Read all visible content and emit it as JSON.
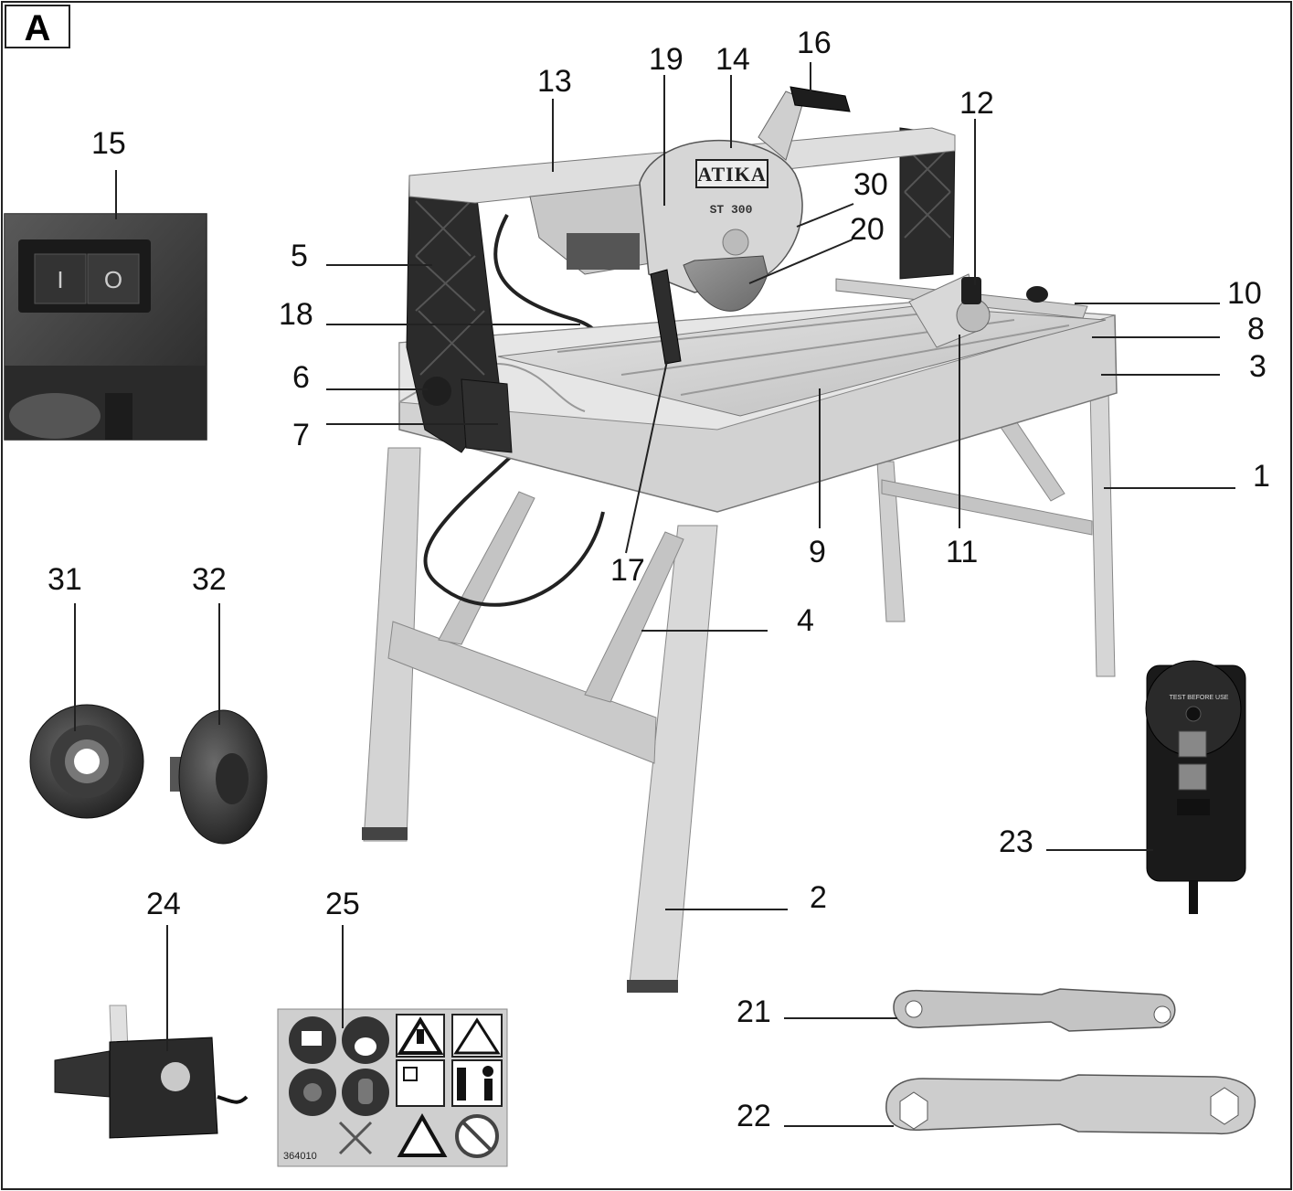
{
  "panel_label": "A",
  "brand_text": "ATIKA",
  "model_text": "ST 300",
  "remote_label": "TEST BEFORE USE",
  "sticker_code": "364010",
  "switch_labels": [
    "I",
    "O"
  ],
  "callouts": [
    "1",
    "2",
    "3",
    "4",
    "5",
    "6",
    "7",
    "8",
    "9",
    "10",
    "11",
    "12",
    "13",
    "14",
    "15",
    "16",
    "17",
    "18",
    "19",
    "20",
    "21",
    "22",
    "23",
    "24",
    "25",
    "30",
    "31",
    "32"
  ],
  "colors": {
    "background": "#ffffff",
    "line": "#222222",
    "metal_light": "#d9d9d9",
    "metal_dark": "#8a8a8a",
    "rubber": "#2b2b2b"
  },
  "icons": [
    "read-manual-icon",
    "dust-mask-icon",
    "ear-protection-icon",
    "gloves-icon",
    "warning-triangle-icon",
    "cutting-hazard-icon",
    "unplug-icon",
    "keep-distance-icon",
    "no-fire-icon",
    "eye-hazard-icon",
    "no-brush-icon"
  ]
}
